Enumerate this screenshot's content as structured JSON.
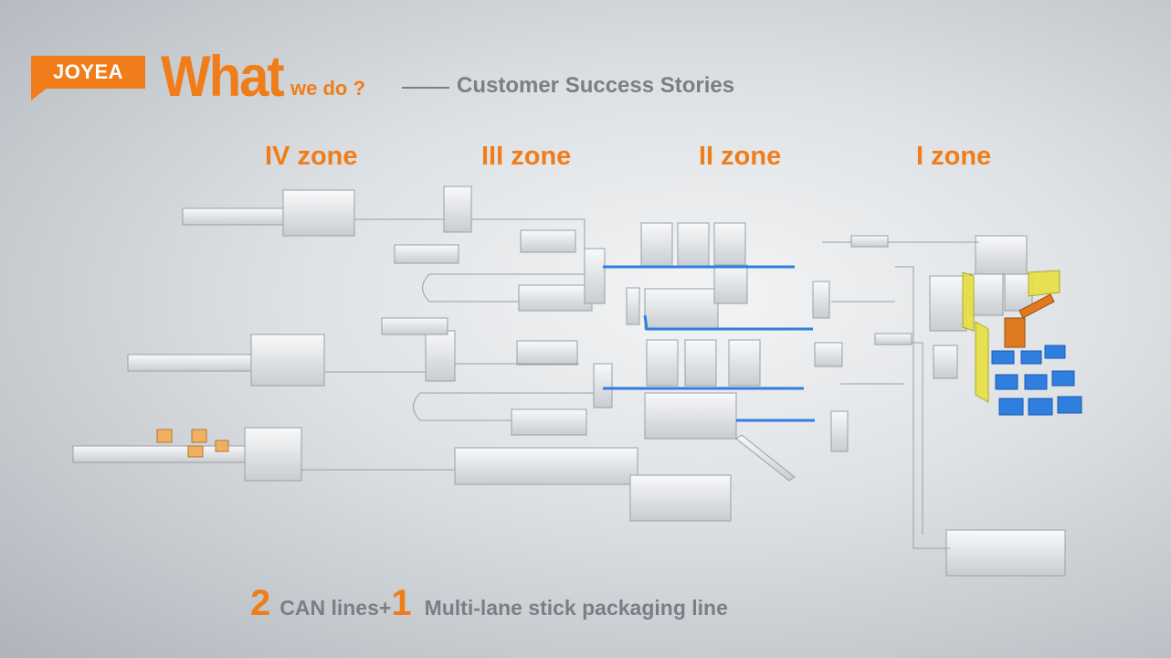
{
  "header": {
    "logo_text": "JOYEA",
    "title_what": "What",
    "title_rest": "we do ?",
    "subtitle": "Customer Success Stories"
  },
  "zones": [
    {
      "label": "IV zone"
    },
    {
      "label": "III zone"
    },
    {
      "label": "II zone"
    },
    {
      "label": "I zone"
    }
  ],
  "footer": {
    "num1": "2",
    "text1": "CAN lines+",
    "num2": "1",
    "text2": "Multi-lane stick packaging line"
  },
  "colors": {
    "accent": "#f07d1a",
    "text_gray": "#7a7f85",
    "conveyor_blue": "#2f7fe0",
    "machine": "#eef0f2",
    "robot": "#e07a20",
    "guard_yellow": "#e8e040"
  }
}
